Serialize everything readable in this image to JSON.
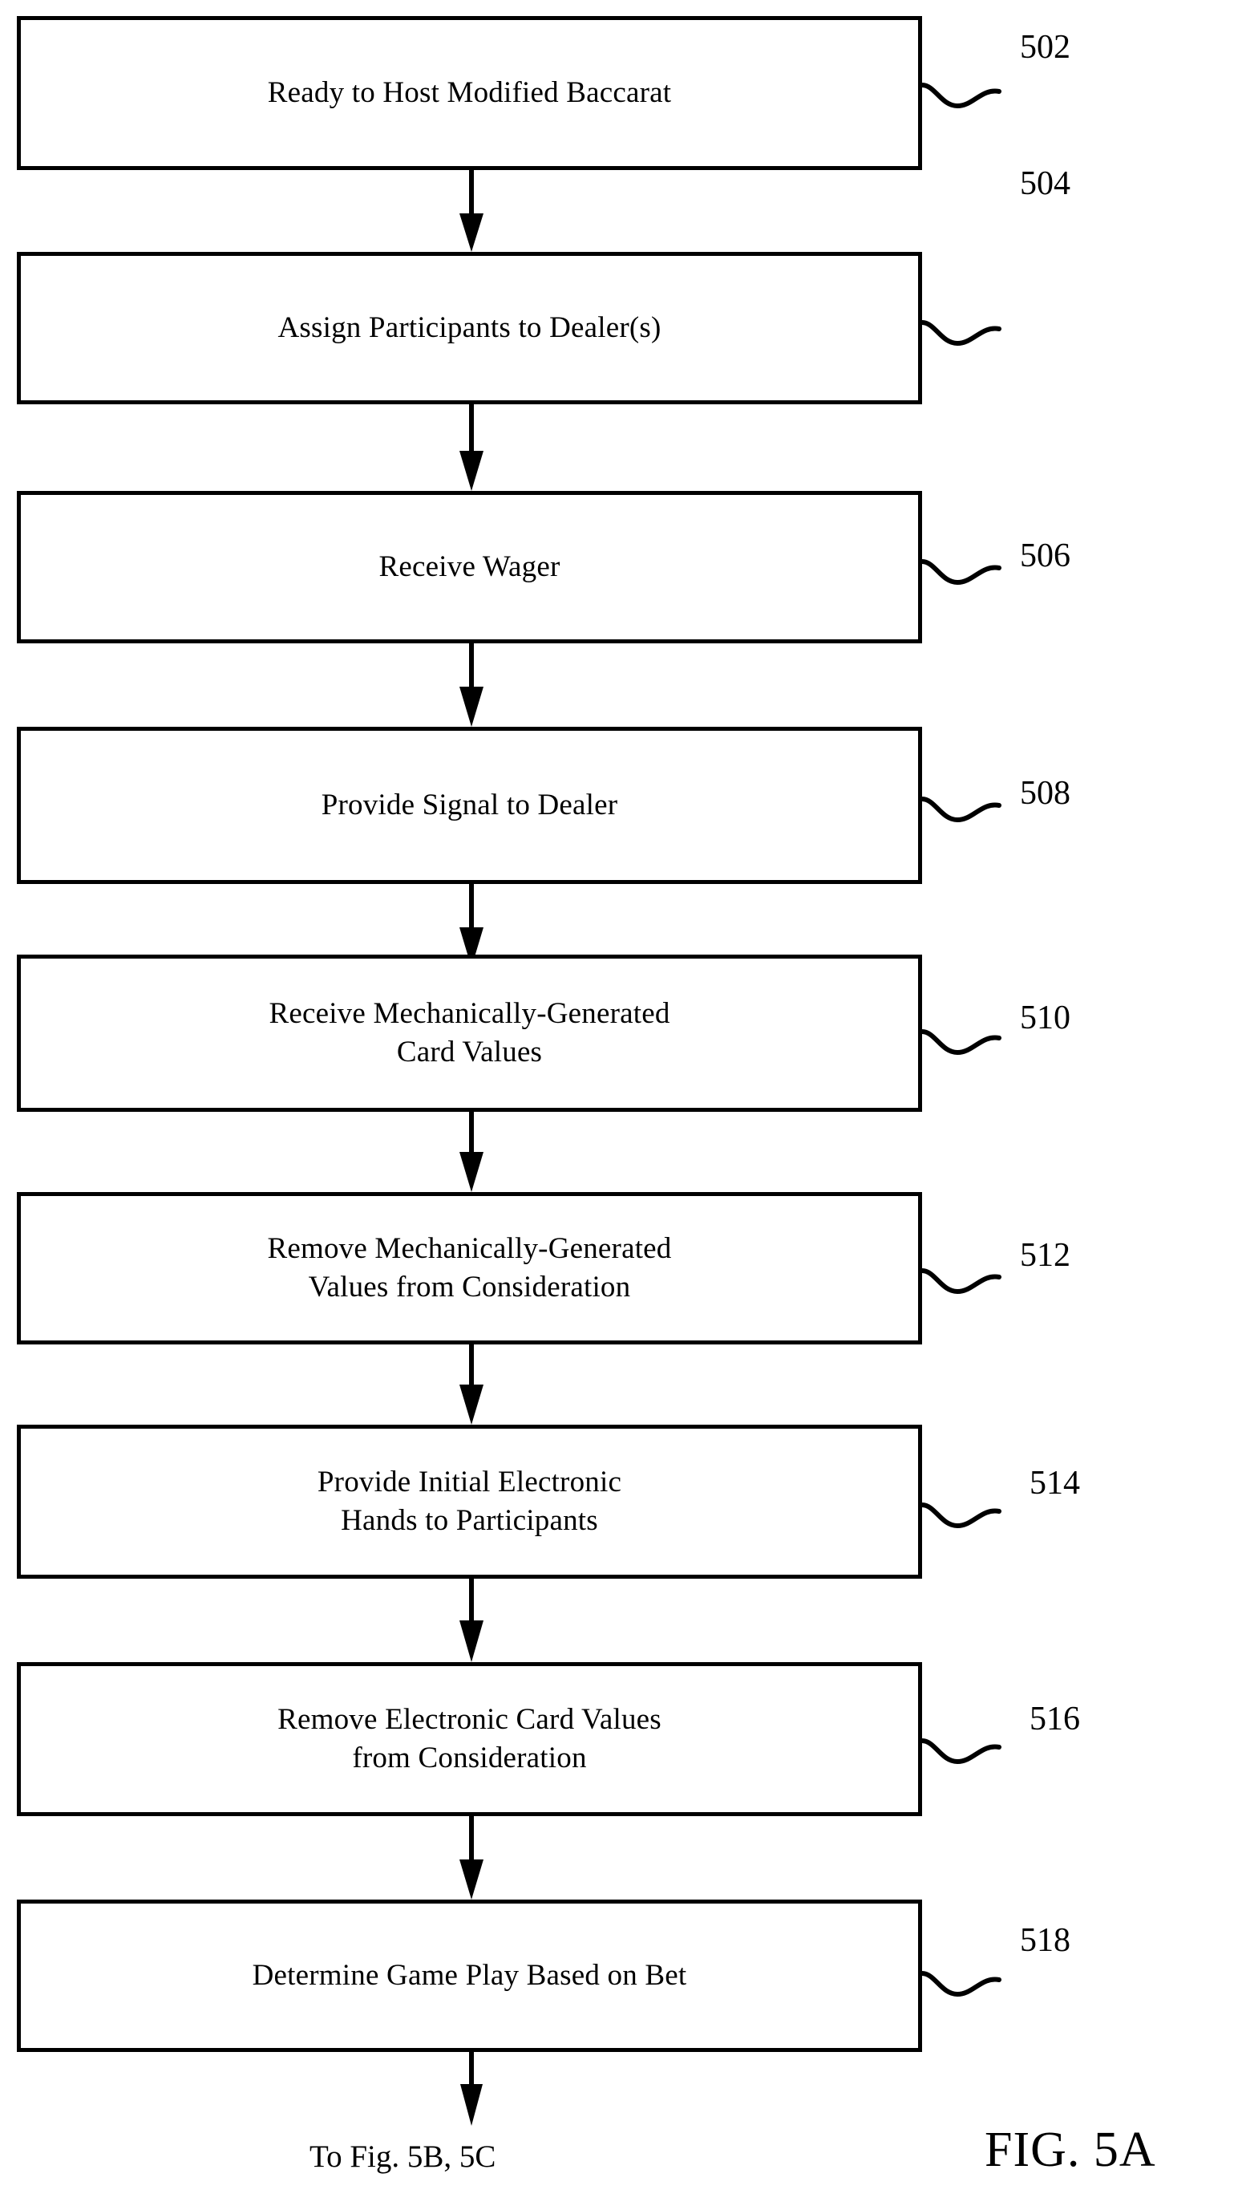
{
  "figure": {
    "title": "FIG. 5A",
    "continuation_note": "To Fig. 5B, 5C",
    "nodes": [
      {
        "ref": "502",
        "text": "Ready to Host Modified Baccarat"
      },
      {
        "ref": "504",
        "text": "Assign Participants to Dealer(s)"
      },
      {
        "ref": "506",
        "text": "Receive Wager"
      },
      {
        "ref": "508",
        "text": "Provide Signal to Dealer"
      },
      {
        "ref": "510",
        "text": "Receive Mechanically-Generated\nCard Values"
      },
      {
        "ref": "512",
        "text": "Remove Mechanically-Generated\nValues from Consideration"
      },
      {
        "ref": "514",
        "text": "Provide Initial Electronic\nHands to Participants"
      },
      {
        "ref": "516",
        "text": "Remove Electronic Card Values\nfrom Consideration"
      },
      {
        "ref": "518",
        "text": "Determine Game Play Based on Bet"
      }
    ],
    "colors": {
      "stroke": "#000000",
      "background": "#ffffff"
    }
  }
}
